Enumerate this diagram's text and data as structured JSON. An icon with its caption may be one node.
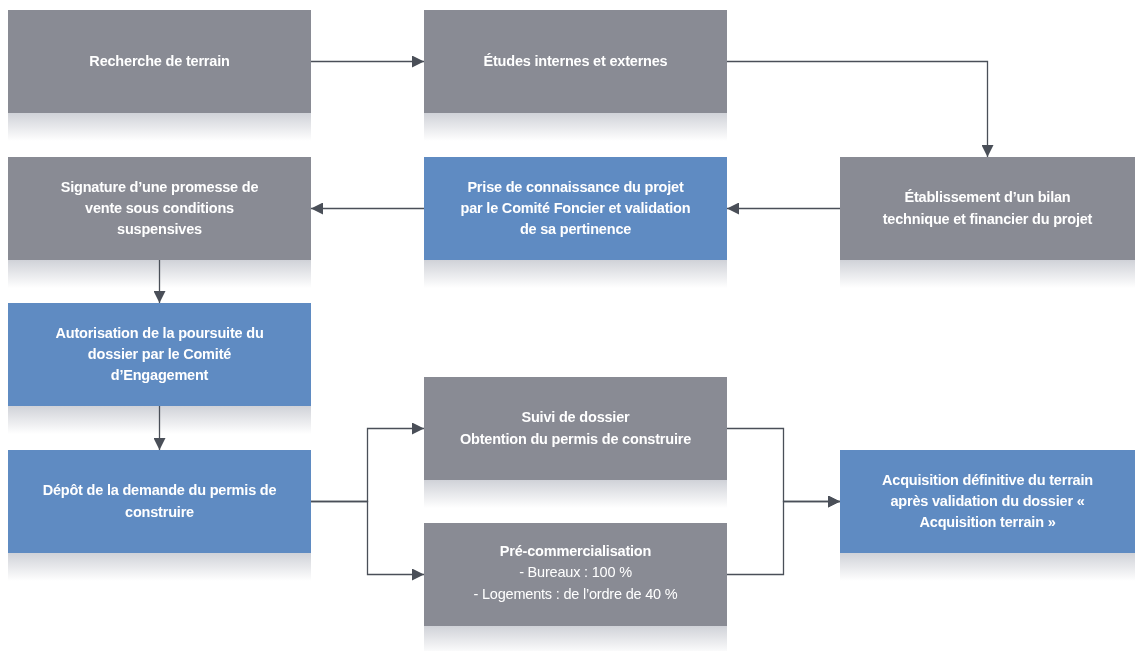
{
  "diagram": {
    "nodes": [
      {
        "text": [
          "Recherche de terrain"
        ]
      },
      {
        "text": [
          "Études internes et externes"
        ]
      },
      {
        "text": [
          "Établissement d’un bilan technique et financier du projet"
        ]
      },
      {
        "text": [
          "Prise de connaissance du projet par le Comité Foncier et validation de sa pertinence"
        ]
      },
      {
        "text": [
          "Signature d’une promesse de vente sous conditions suspensives"
        ]
      },
      {
        "text": [
          "Autorisation de la poursuite du dossier par le Comité d’Engagement"
        ]
      },
      {
        "text": [
          "Dépôt de la demande du permis de construire"
        ]
      },
      {
        "text": [
          "Suivi de dossier",
          "Obtention du permis de construire"
        ]
      },
      {
        "text": [
          "Pré-commercialisation",
          "- Bureaux : 100 %",
          "- Logements : de l’ordre de 40 %"
        ]
      },
      {
        "text": [
          "Acquisition définitive du terrain après validation du dossier « Acquisition terrain »"
        ]
      }
    ],
    "edges": [
      {
        "from": 0,
        "to": 1,
        "arrow": "to"
      },
      {
        "from": 1,
        "to": 2,
        "arrow": "to"
      },
      {
        "from": 2,
        "to": 3,
        "arrow": "to"
      },
      {
        "from": 3,
        "to": 4,
        "arrow": "to"
      },
      {
        "from": 4,
        "to": 5,
        "arrow": "to"
      },
      {
        "from": 5,
        "to": 6,
        "arrow": "to"
      },
      {
        "from": 6,
        "to": 7,
        "arrow": "to"
      },
      {
        "from": 6,
        "to": 8,
        "arrow": "to"
      },
      {
        "from": 7,
        "to": 9,
        "arrow": "to"
      },
      {
        "from": 8,
        "to": 9,
        "arrow": "to"
      }
    ]
  }
}
